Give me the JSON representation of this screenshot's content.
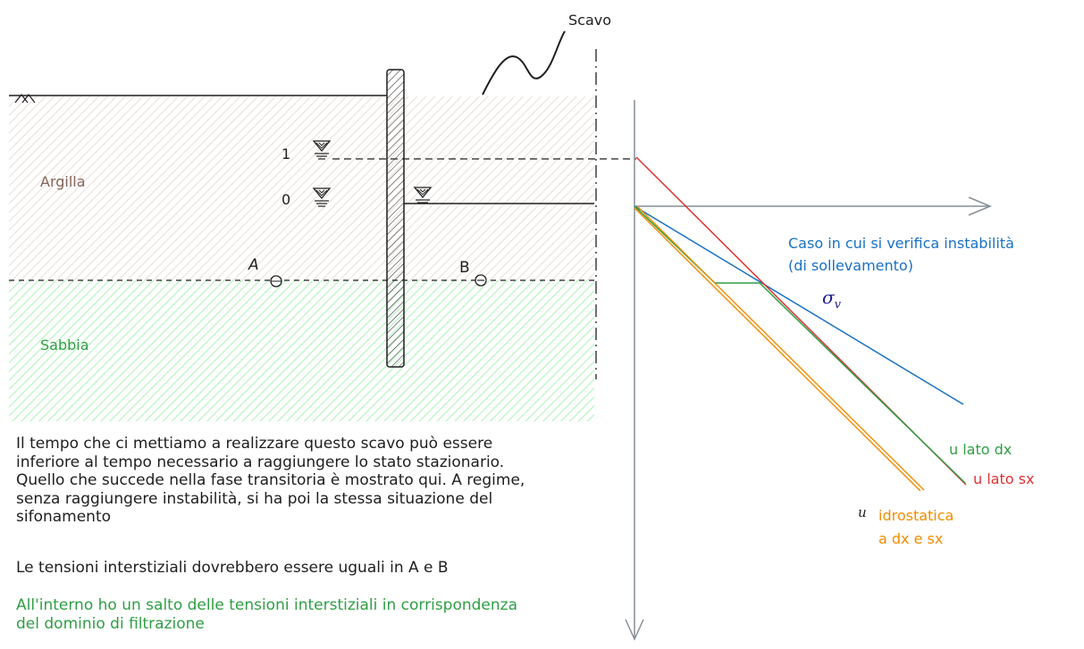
{
  "labels": {
    "scavo": "Scavo",
    "argilla": "Argilla",
    "sabbia": "Sabbia",
    "level_1": "1",
    "level_0": "0",
    "point_a": "A",
    "point_b": "B",
    "instability_line1": "Caso in cui si verifica instabilità",
    "instability_line2": "(di sollevamento)",
    "sigma": "σ",
    "sigma_sub": "v",
    "u_right": "u lato dx",
    "u_left": "u lato sx",
    "u_symbol": "u",
    "hydro_line1": "idrostatica",
    "hydro_line2": "a dx e sx"
  },
  "notes": {
    "paragraph_lines": [
      "Il tempo che ci mettiamo a realizzare questo scavo può essere",
      "inferiore al tempo necessario a raggiungere lo stato stazionario.",
      "Quello che succede nella fase transitoria è mostrato qui. A regime,",
      "senza raggiungere instabilità, si ha poi la stessa situazione del",
      "sifonamento"
    ],
    "equality": "Le tensioni interstiziali dovrebbero essere uguali in A e B",
    "jump_lines": [
      "All'interno ho un salto delle tensioni interstiziali in corrispondenza",
      "del dominio di filtrazione"
    ]
  },
  "colors": {
    "ink": "#1e1e1e",
    "clay_label": "#846358",
    "clay_fill": "#eaddd7",
    "sand_label": "#2f9e44",
    "sand_fill": "#b2f2bb",
    "axis": "#868e96",
    "sigma_v": "#1971c2",
    "u_right": "#2f9e44",
    "u_left": "#e03131",
    "hydrostatic": "#f08c00"
  }
}
